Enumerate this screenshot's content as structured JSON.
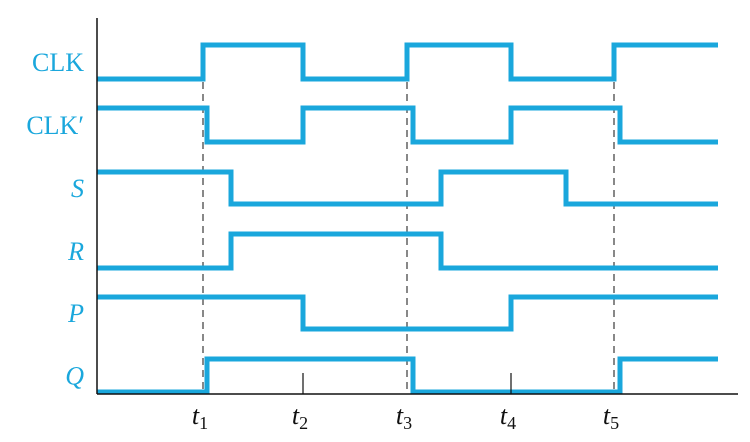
{
  "signals": [
    {
      "id": "clk",
      "name": "CLK",
      "italic": false,
      "init": 0,
      "toggles": [
        203,
        303,
        407,
        511,
        614
      ]
    },
    {
      "id": "clkp",
      "name": "CLK′",
      "italic": false,
      "init": 1,
      "toggles": [
        207,
        303,
        413,
        511,
        620
      ]
    },
    {
      "id": "s",
      "name": "S",
      "italic": true,
      "init": 1,
      "toggles": [
        231,
        441,
        566
      ]
    },
    {
      "id": "r",
      "name": "R",
      "italic": true,
      "init": 0,
      "toggles": [
        231,
        441
      ]
    },
    {
      "id": "p",
      "name": "P",
      "italic": true,
      "init": 1,
      "toggles": [
        303,
        511
      ]
    },
    {
      "id": "q",
      "name": "Q",
      "italic": true,
      "init": 0,
      "toggles": [
        207,
        413,
        620
      ]
    }
  ],
  "time_marks": [
    {
      "letter": "t",
      "sub": "1",
      "at": 203,
      "dashed": true
    },
    {
      "letter": "t",
      "sub": "2",
      "at": 303,
      "dashed": false
    },
    {
      "letter": "t",
      "sub": "3",
      "at": 407,
      "dashed": true
    },
    {
      "letter": "t",
      "sub": "4",
      "at": 511,
      "dashed": false
    },
    {
      "letter": "t",
      "sub": "5",
      "at": 614,
      "dashed": true
    }
  ],
  "colors": {
    "wave": "#1aa7dc",
    "axis": "#111111",
    "background": "#ffffff"
  }
}
